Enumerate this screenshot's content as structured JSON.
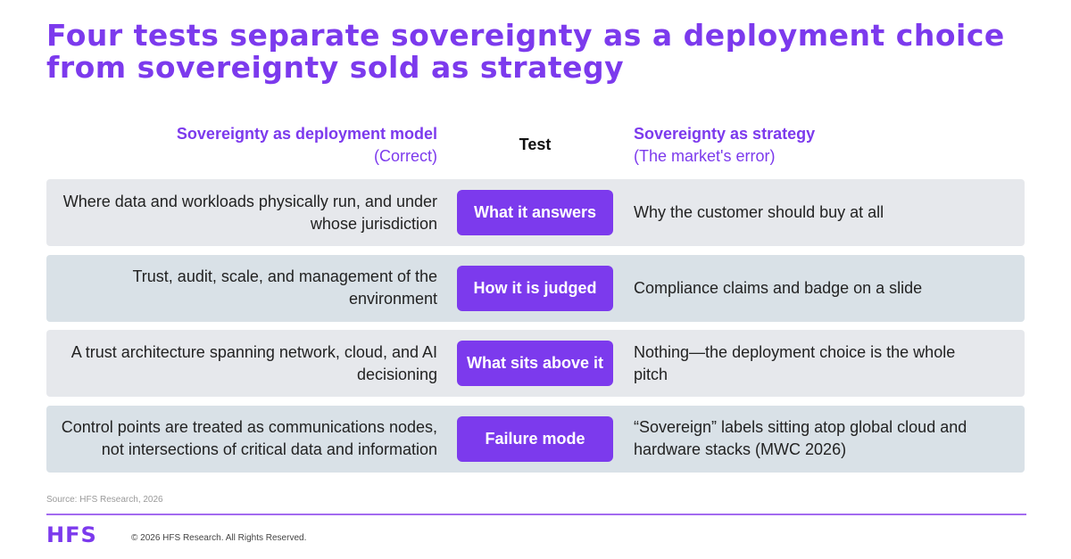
{
  "title": "Four tests separate sovereignty as a deployment choice from sovereignty sold as strategy",
  "headers": {
    "left_title": "Sovereignty as deployment model",
    "left_subtitle": "(Correct)",
    "middle": "Test",
    "right_title": "Sovereignty as strategy",
    "right_subtitle": "(The market's error)"
  },
  "rows": [
    {
      "left": "Where data and workloads physically run, and under whose jurisdiction",
      "test": "What it answers",
      "right": "Why the customer should buy at all"
    },
    {
      "left": "Trust, audit, scale, and management of the environment",
      "test": "How it is judged",
      "right": "Compliance claims and badge on a slide"
    },
    {
      "left": "A trust architecture spanning network, cloud, and AI decisioning",
      "test": "What sits above it",
      "right": "Nothing—the deployment choice is the whole pitch"
    },
    {
      "left": "Control points are treated as communications nodes, not intersections of critical data and information",
      "test": "Failure mode",
      "right": "“Sovereign” labels sitting atop global cloud and hardware stacks (MWC 2026)"
    }
  ],
  "footer": {
    "source": "Source: HFS Research, 2026",
    "logo": "HFS",
    "copyright": "© 2026 HFS Research. All Rights Reserved."
  },
  "colors": {
    "accent": "#7c3aed",
    "row_light": "#e6e8ec",
    "row_dark": "#d9e1e7"
  }
}
